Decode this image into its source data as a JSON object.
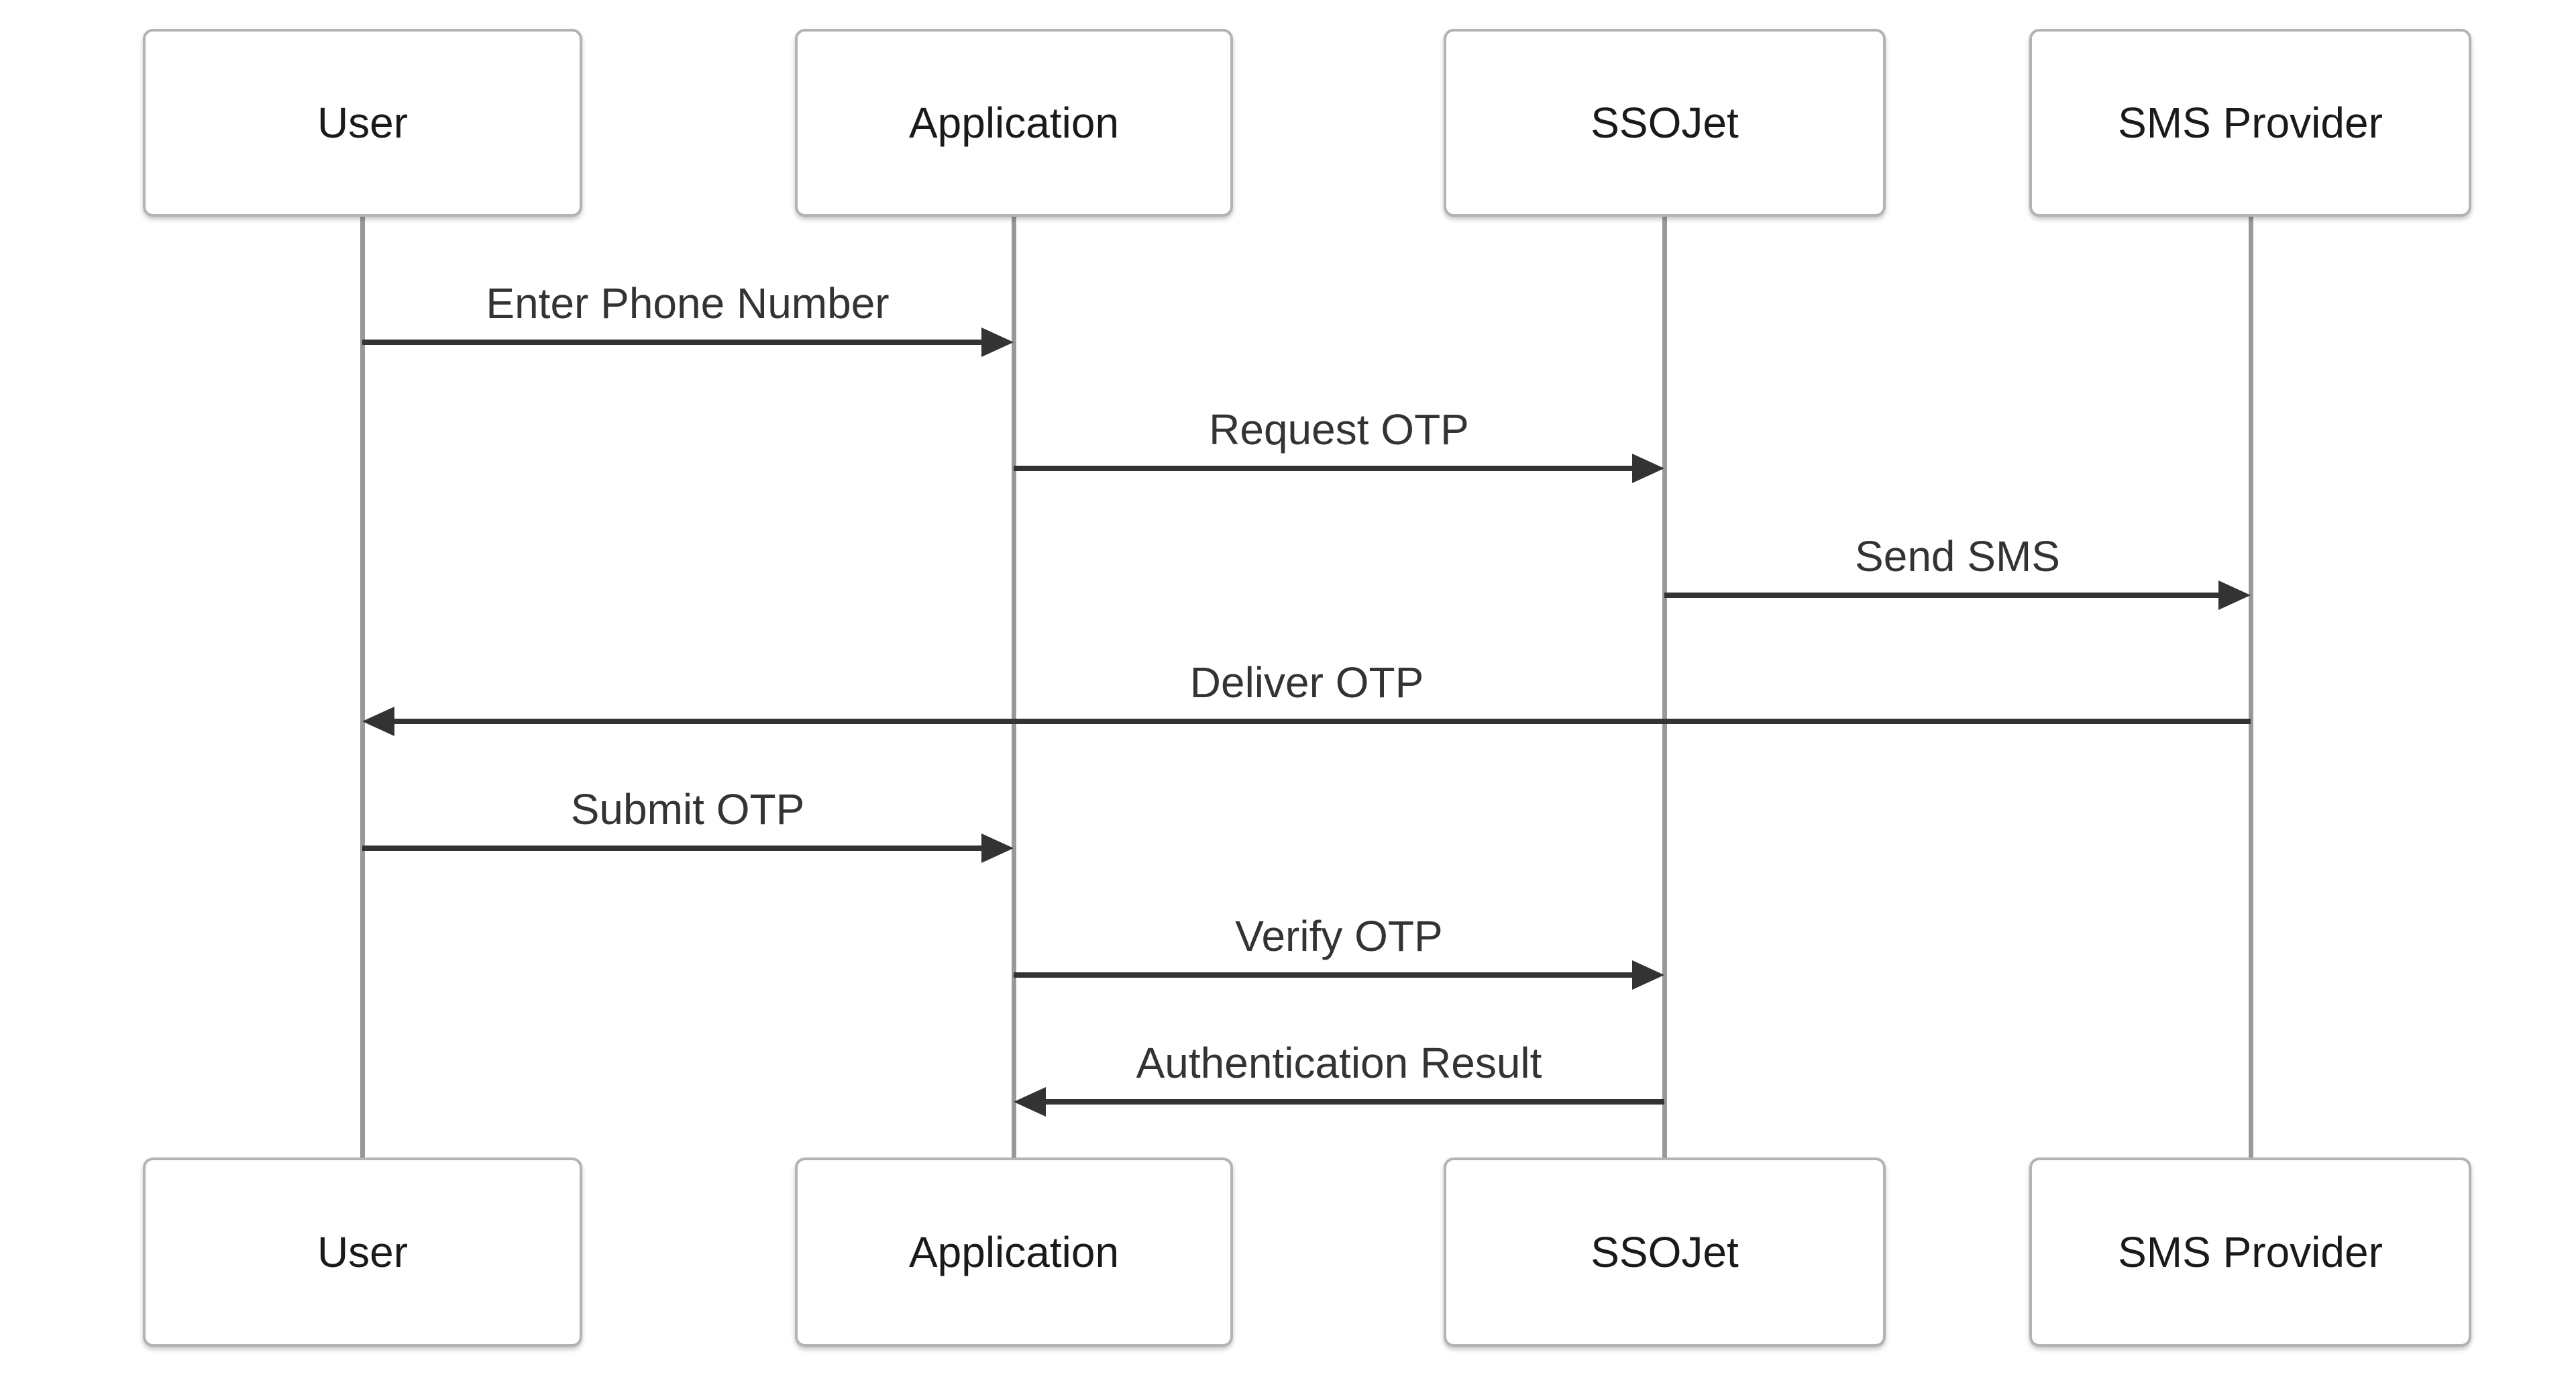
{
  "diagram": {
    "type": "sequence-diagram",
    "actors": [
      {
        "id": "user",
        "label": "User"
      },
      {
        "id": "application",
        "label": "Application"
      },
      {
        "id": "ssojet",
        "label": "SSOJet"
      },
      {
        "id": "sms-provider",
        "label": "SMS Provider"
      }
    ],
    "messages": [
      {
        "from": "User",
        "to": "Application",
        "label": "Enter Phone Number",
        "direction": "right",
        "style": "solid"
      },
      {
        "from": "Application",
        "to": "SSOJet",
        "label": "Request OTP",
        "direction": "right",
        "style": "solid"
      },
      {
        "from": "SSOJet",
        "to": "SMS Provider",
        "label": "Send SMS",
        "direction": "right",
        "style": "solid"
      },
      {
        "from": "SMS Provider",
        "to": "User",
        "label": "Deliver OTP",
        "direction": "left",
        "style": "solid"
      },
      {
        "from": "User",
        "to": "Application",
        "label": "Submit OTP",
        "direction": "right",
        "style": "solid"
      },
      {
        "from": "Application",
        "to": "SSOJet",
        "label": "Verify OTP",
        "direction": "right",
        "style": "solid"
      },
      {
        "from": "SSOJet",
        "to": "Application",
        "label": "Authentication Result",
        "direction": "left",
        "style": "solid"
      }
    ],
    "colors": {
      "background": "#ffffff",
      "actor_fill": "#ffffff",
      "actor_border": "#b3b3b3",
      "actor_text": "#1a1a1a",
      "lifeline": "#999999",
      "arrow": "#333333",
      "message_text": "#333333"
    }
  }
}
